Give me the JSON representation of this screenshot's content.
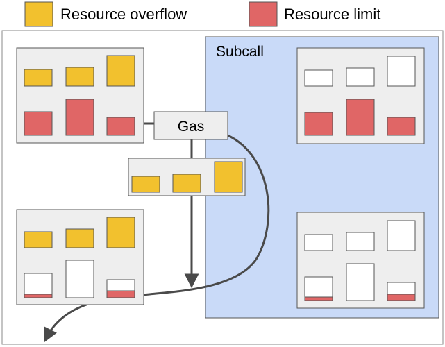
{
  "legend": {
    "overflow": {
      "label": "Resource overflow",
      "color": "#F2C12E"
    },
    "limit": {
      "label": "Resource limit",
      "color": "#E06666"
    }
  },
  "subcall": {
    "label": "Subcall",
    "color": "#C9DAF8",
    "border": "#555555"
  },
  "gas": {
    "label": "Gas"
  },
  "colors": {
    "panel_fill": "#EEEEEE",
    "panel_border": "#555555",
    "empty_fill": "#FFFFFF",
    "arrow": "#4A4A4A"
  }
}
